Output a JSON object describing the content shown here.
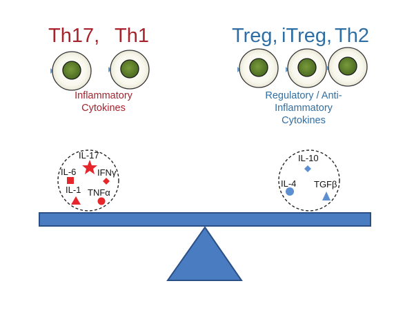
{
  "left_group": {
    "cells": [
      "Th17,",
      "Th1"
    ],
    "caption_lines": [
      "Inflammatory",
      "Cytokines"
    ],
    "cytokines": [
      "IL-17",
      "IL-6",
      "IFNγ",
      "IL-1",
      "TNFα"
    ]
  },
  "right_group": {
    "cells": [
      "Treg,",
      "iTreg,",
      "Th2"
    ],
    "caption_lines": [
      "Regulatory / Anti-",
      "Inflammatory",
      "Cytokines"
    ],
    "cytokines": [
      "IL-10",
      "IL-4",
      "TGFβ"
    ]
  },
  "colors": {
    "proinflammatory": "#a8222c",
    "regulatory": "#2f6ea3",
    "inflammatory_marker": "#e5262a",
    "regulatory_marker": "#5b8fd0",
    "cell_nucleus": "#5e7d2c",
    "beam": "#4a7cc2",
    "fulcrum": "#4a7cc2"
  }
}
